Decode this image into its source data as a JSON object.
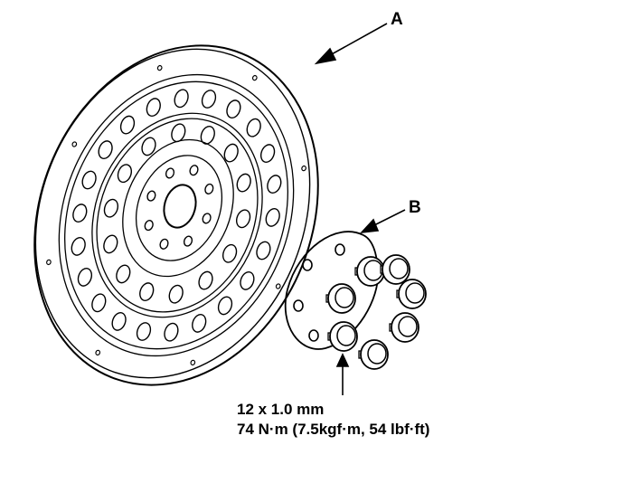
{
  "callouts": {
    "a": "A",
    "b": "B"
  },
  "bolt_spec": {
    "size": "12 x 1.0 mm",
    "torque": "74 N·m (7.5kgf·m, 54 lbf·ft)"
  },
  "colors": {
    "line": "#000000",
    "background": "#ffffff"
  }
}
